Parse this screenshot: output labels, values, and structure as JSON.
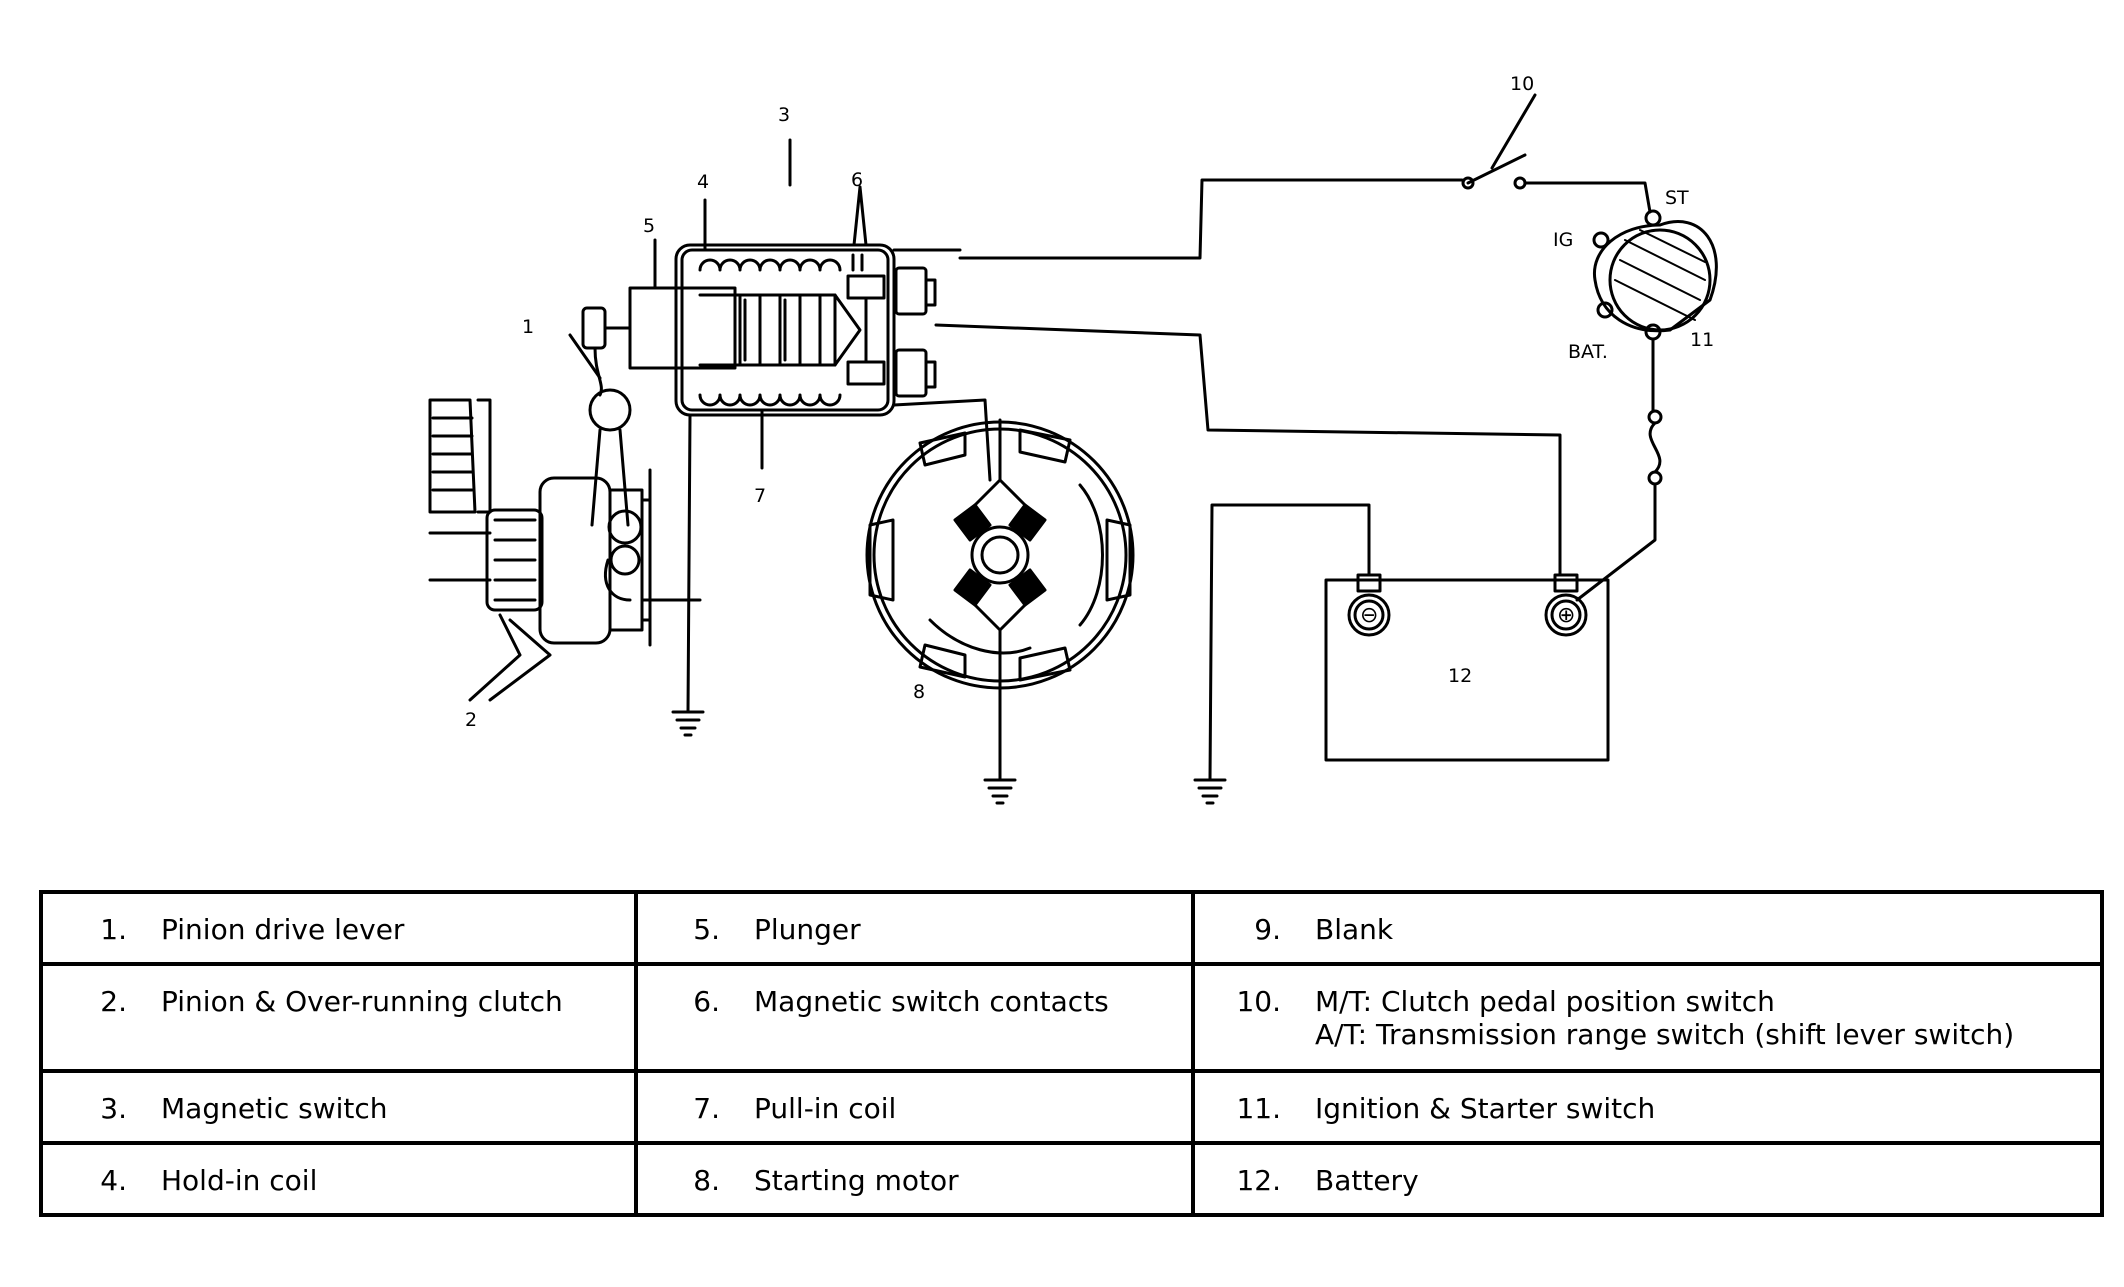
{
  "diagram": {
    "callouts": [
      "1",
      "2",
      "3",
      "4",
      "5",
      "6",
      "7",
      "8",
      "10",
      "11",
      "12"
    ],
    "switch_terminals": {
      "st": "ST",
      "ig": "IG",
      "bat": "BAT."
    },
    "battery_terminals": {
      "negative": "⊖",
      "positive": "⊕"
    }
  },
  "legend": {
    "rows": [
      [
        {
          "num": "1.",
          "label": "Pinion drive lever"
        },
        {
          "num": "5.",
          "label": "Plunger"
        },
        {
          "num": "9.",
          "label": "Blank"
        }
      ],
      [
        {
          "num": "2.",
          "label": "Pinion & Over-running clutch"
        },
        {
          "num": "6.",
          "label": "Magnetic switch contacts"
        },
        {
          "num": "10.",
          "label": "M/T: Clutch pedal position switch",
          "label2": "A/T: Transmission range switch (shift lever switch)"
        }
      ],
      [
        {
          "num": "3.",
          "label": "Magnetic switch"
        },
        {
          "num": "7.",
          "label": "Pull-in coil"
        },
        {
          "num": "11.",
          "label": "Ignition & Starter switch"
        }
      ],
      [
        {
          "num": "4.",
          "label": "Hold-in coil"
        },
        {
          "num": "8.",
          "label": "Starting motor"
        },
        {
          "num": "12.",
          "label": "Battery"
        }
      ]
    ]
  }
}
